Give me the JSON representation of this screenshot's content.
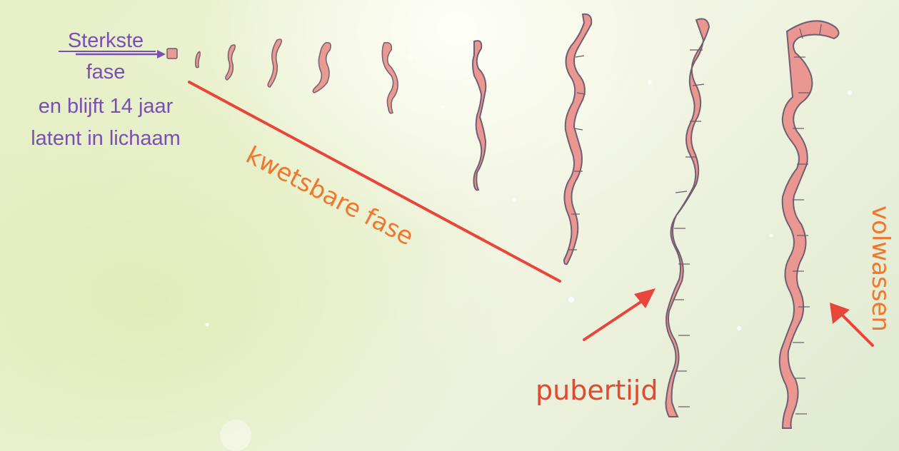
{
  "labels": {
    "sterkste": "Sterkste",
    "fase": "fase",
    "latent_line1": "en blijft 14 jaar",
    "latent_line2": "latent in lichaam",
    "kwetsbare": "kwetsbare fase",
    "pubertijd": "pubertijd",
    "volwassen": "volwassen"
  },
  "colors": {
    "label_purple": "#7a4fb4",
    "orange": "#f0772d",
    "red": "#e8463b",
    "worm_fill": "#e89a93",
    "worm_outline": "#6f5f70"
  }
}
